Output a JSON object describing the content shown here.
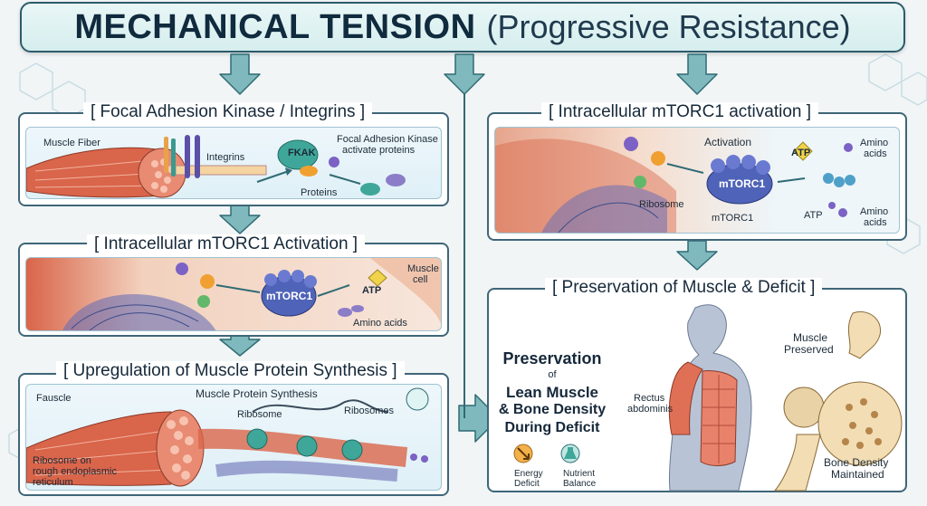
{
  "title": {
    "main": "MECHANICAL TENSION",
    "sub": "(Progressive Resistance)"
  },
  "panels": {
    "focal": {
      "title": "[ Focal Adhesion Kinase / Integrins ]",
      "labels": {
        "muscle_fiber": "Muscle Fiber",
        "integrins": "Integrins",
        "fkak": "FKAK",
        "fak_desc_1": "Focal Adhesion Kinase",
        "fak_desc_2": "activate proteins",
        "proteins": "Proteins"
      }
    },
    "mtorc_left": {
      "title": "[ Intracellular mTORC1 Activation ]",
      "labels": {
        "mtorc1": "mTORC1",
        "atp": "ATP",
        "muscle_cell_1": "Muscle",
        "muscle_cell_2": "cell",
        "amino_acids": "Amino acids"
      }
    },
    "synthesis": {
      "title": "[ Upregulation of Muscle Protein Synthesis ]",
      "labels": {
        "fauscle": "Fauscle",
        "mps": "Muscle Protein Synthesis",
        "ribosome": "Ribosome",
        "ribosomes": "Ribosomes",
        "rer_1": "Ribosome on",
        "rer_2": "rough endoplasmic",
        "rer_3": "reticulum"
      }
    },
    "mtorc_right": {
      "title": "[ Intracellular mTORC1 activation ]",
      "labels": {
        "activation": "Activation",
        "mtorc1": "mTORC1",
        "ribosome": "Ribosome",
        "mtorc1_below": "mTORC1",
        "atp_top": "ATP",
        "atp_bottom": "ATP",
        "amino_1a": "Amino",
        "amino_1b": "acids",
        "amino_2a": "Amino",
        "amino_2b": "acids"
      }
    },
    "preservation": {
      "title": "[ Preservation of Muscle & Deficit ]",
      "heading_1": "Preservation",
      "heading_of": "of",
      "heading_2": "Lean Muscle",
      "heading_3": "& Bone Density",
      "heading_4": "During Deficit",
      "energy_1": "Energy",
      "energy_2": "Deficit",
      "nutrient_1": "Nutrient",
      "nutrient_2": "Balance",
      "rectus_1": "Rectus",
      "rectus_2": "abdominis",
      "muscle_preserved_1": "Muscle",
      "muscle_preserved_2": "Preserved",
      "bone_1": "Bone Density",
      "bone_2": "Maintained"
    }
  },
  "colors": {
    "arrow": "#7fb9bd",
    "arrow_stroke": "#2f6b74",
    "muscle": "#d9654a",
    "mtorc": "#4f63b8",
    "border": "#3f6678"
  }
}
